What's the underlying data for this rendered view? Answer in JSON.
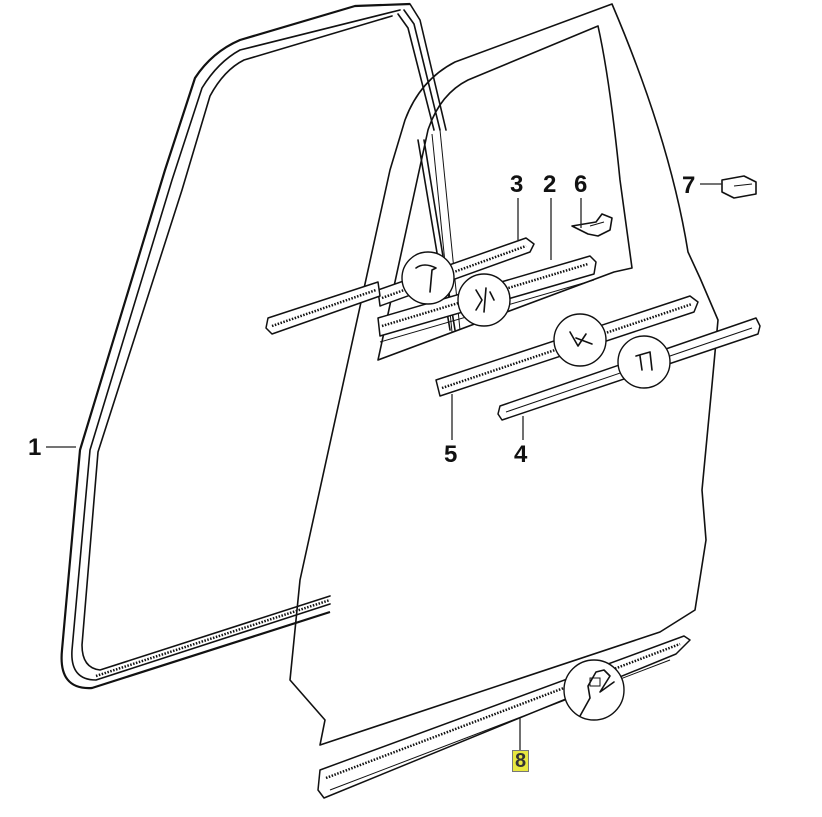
{
  "diagram": {
    "type": "parts-exploded-view",
    "subject": "front door seals and window moldings",
    "callouts": [
      {
        "id": "1",
        "label": "1",
        "part": "door frame seal"
      },
      {
        "id": "2",
        "label": "2",
        "part": "inner window channel strip"
      },
      {
        "id": "3",
        "label": "3",
        "part": "inner window seal strip"
      },
      {
        "id": "4",
        "label": "4",
        "part": "outer belt molding"
      },
      {
        "id": "5",
        "label": "5",
        "part": "outer window seal strip"
      },
      {
        "id": "6",
        "label": "6",
        "part": "clip"
      },
      {
        "id": "7",
        "label": "7",
        "part": "clip"
      },
      {
        "id": "8",
        "label": "8",
        "part": "lower door seal",
        "highlighted": true
      }
    ],
    "highlight_color": "#e8e840",
    "line_color": "#111111",
    "background": "#ffffff"
  }
}
